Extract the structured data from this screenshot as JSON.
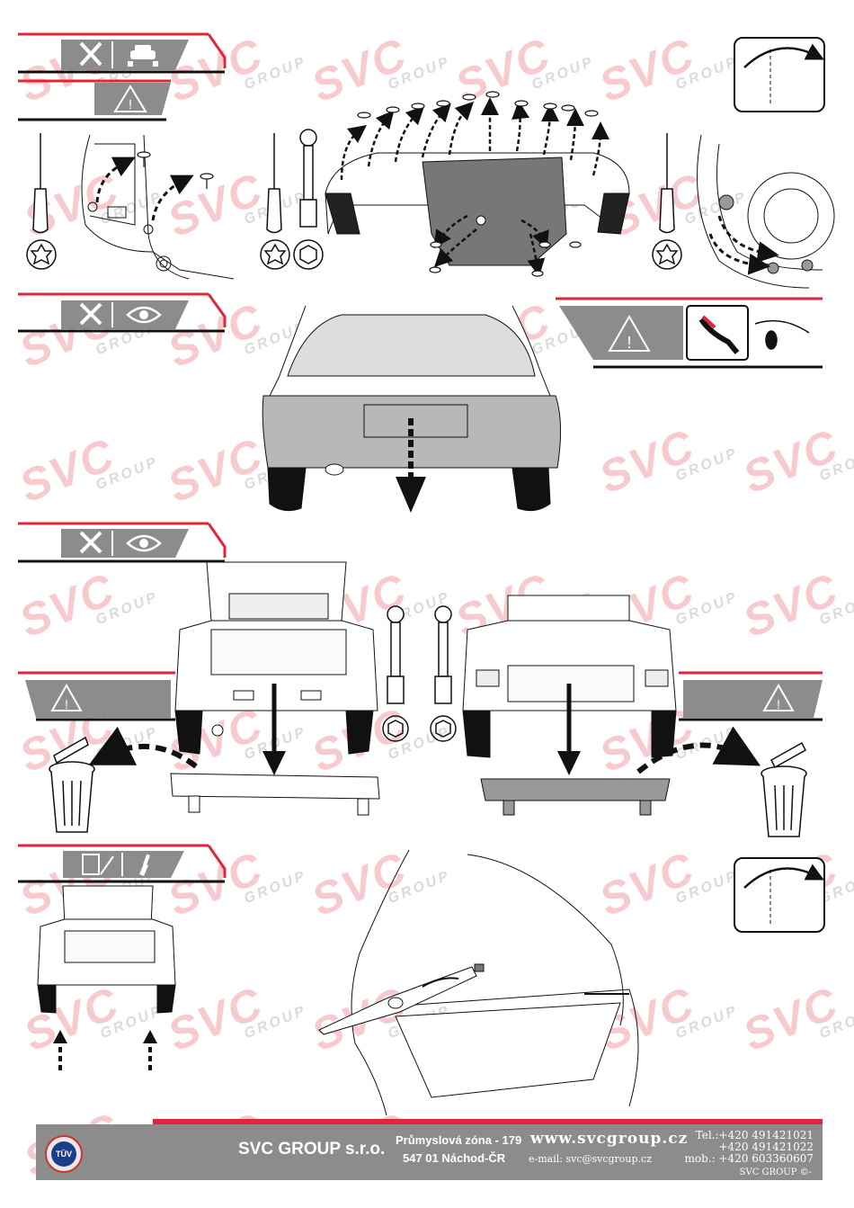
{
  "watermark": {
    "brand": "SVC",
    "sub": "GROUP"
  },
  "colors": {
    "accent": "#e2263a",
    "band": "#8c8c8c",
    "line": "#222222",
    "car": "#b8b8b8"
  },
  "icons": [
    "wrench-screwdriver-icon",
    "car-lift-icon",
    "warning-icon",
    "eye-icon",
    "drill-icon",
    "cable-plug-icon",
    "rotate-arrow-icon",
    "trash-bin-icon",
    "torx-bit-icon",
    "socket-wrench-icon",
    "hex-socket-icon"
  ],
  "footer": {
    "company": "SVC GROUP s.r.o.",
    "address_line1": "Průmyslová zóna - 179",
    "address_line2": "547 01 Náchod-ČR",
    "website": "www.svcgroup.cz",
    "email": "e-mail: svc@svcgroup.cz",
    "tel_line1": "Tel.:+420 491421021",
    "tel_line2": "+420 491421022",
    "mob_line": "mob.: +420 603360607",
    "brand_mark": "SVC GROUP ©-",
    "cert_logo": "TÜV"
  }
}
